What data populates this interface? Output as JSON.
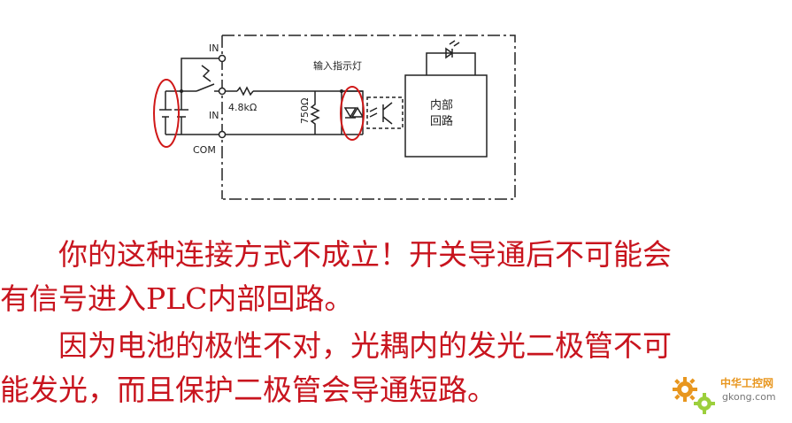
{
  "diagram": {
    "terminals": {
      "in_top": "IN",
      "in_mid": "IN",
      "com": "COM"
    },
    "resistor_input": "4.8kΩ",
    "resistor_shunt": "750Ω",
    "indicator_label": "输入指示灯",
    "internal_block": [
      "内部",
      "回路"
    ]
  },
  "caption": {
    "lines": [
      "　　你的这种连接方式不成立！开关导通后不可能会",
      "有信号进入PLC内部回路。",
      "　　因为电池的极性不对，光耦内的发光二极管不可",
      "能发光，而且保护二极管会导通短路。"
    ]
  },
  "watermark": {
    "cn": "中华工控网",
    "en": "gkong.com"
  },
  "colors": {
    "caption_text": "#c8141e",
    "annotation_circle": "#d01818",
    "diagram_line": "#222222",
    "watermark_gear": "#e8961e"
  }
}
